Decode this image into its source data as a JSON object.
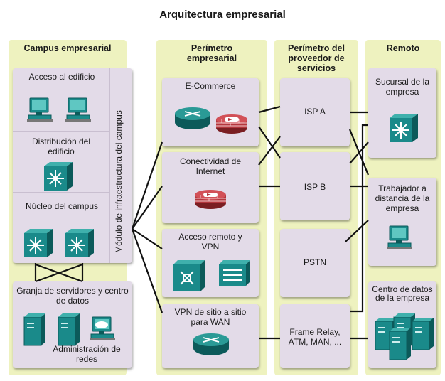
{
  "title": "Arquitectura empresarial",
  "columns": {
    "campus": "Campus empresarial",
    "edge": "Perímetro empresarial",
    "sp_edge": "Perímetro del proveedor de servicios",
    "remote": "Remoto"
  },
  "campus": {
    "module_label": "Módulo de infraestructura del campus",
    "access": "Acceso al edificio",
    "distribution": "Distribución del edificio",
    "core": "Núcleo del campus",
    "server_farm": "Granja de servidores y centro de datos",
    "management": "Administración de redes"
  },
  "edge": {
    "ecommerce": "E-Commerce",
    "internet": "Conectividad de Internet",
    "remote_vpn": "Acceso remoto y VPN",
    "site_vpn": "VPN de sitio a sitio para WAN"
  },
  "sp": {
    "isp_a": "ISP A",
    "isp_b": "ISP B",
    "pstn": "PSTN",
    "frame_relay": "Frame Relay, ATM, MAN, ..."
  },
  "remote": {
    "branch": "Sucursal de la empresa",
    "teleworker": "Trabajador a distancia de la empresa",
    "datacenter": "Centro de datos de la empresa"
  },
  "colors": {
    "column_bg": "#eef2bf",
    "box_bg": "#e3dbe8",
    "device_teal": "#1a8a8a",
    "firewall_red": "#b3363d"
  }
}
